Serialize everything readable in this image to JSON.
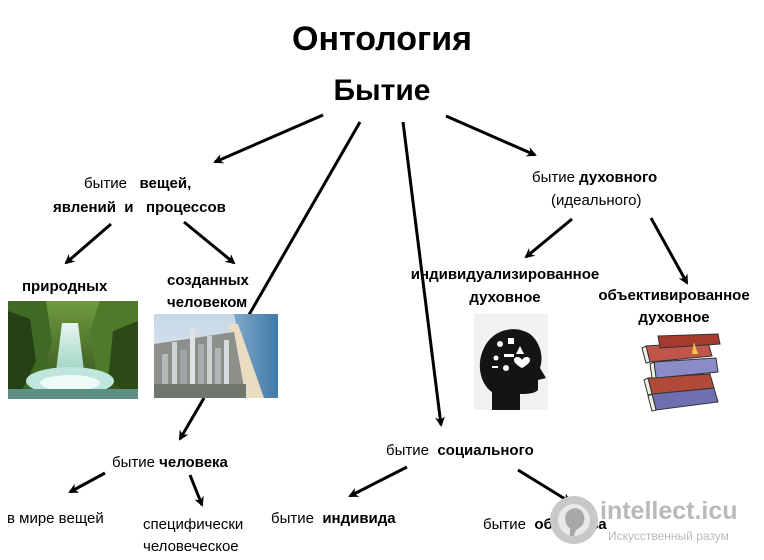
{
  "title": "Онтология",
  "root": "Бытие",
  "things": {
    "line1_plain": "бытие",
    "line1_bold": "вещей,",
    "line2_bold_a": "явлений",
    "line2_bold_b": "и",
    "line2_bold_c": "процессов"
  },
  "natural": "природных",
  "created_line1": "созданных",
  "created_line2": "человеком",
  "spiritual": {
    "plain": "бытие",
    "bold": "духовного",
    "line2": "(идеального)"
  },
  "individualized_line1": "индивидуализированное",
  "individualized_line2": "духовное",
  "objectified_line1": "объективированное",
  "objectified_line2": "духовное",
  "human": {
    "plain": "бытие",
    "bold": "человека"
  },
  "in_world": "в мире вещей",
  "specific_line1": "специфически",
  "specific_line2": "человеческое",
  "social": {
    "plain": "бытие",
    "bold": "социального"
  },
  "individual": {
    "plain": "бытие",
    "bold": "индивида"
  },
  "society": {
    "plain": "бытие",
    "bold": "общества"
  },
  "watermark": {
    "name": "intellect.icu",
    "tagline": "Искусственный разум"
  },
  "colors": {
    "watermark_text": "#b9b9b9",
    "watermark_circle": "#c8c8c8",
    "arrow": "#000000"
  },
  "icons": [
    "waterfall-photo",
    "city-beach-photo",
    "head-silhouette-icon",
    "books-stack-icon",
    "intellect-logo-icon"
  ]
}
